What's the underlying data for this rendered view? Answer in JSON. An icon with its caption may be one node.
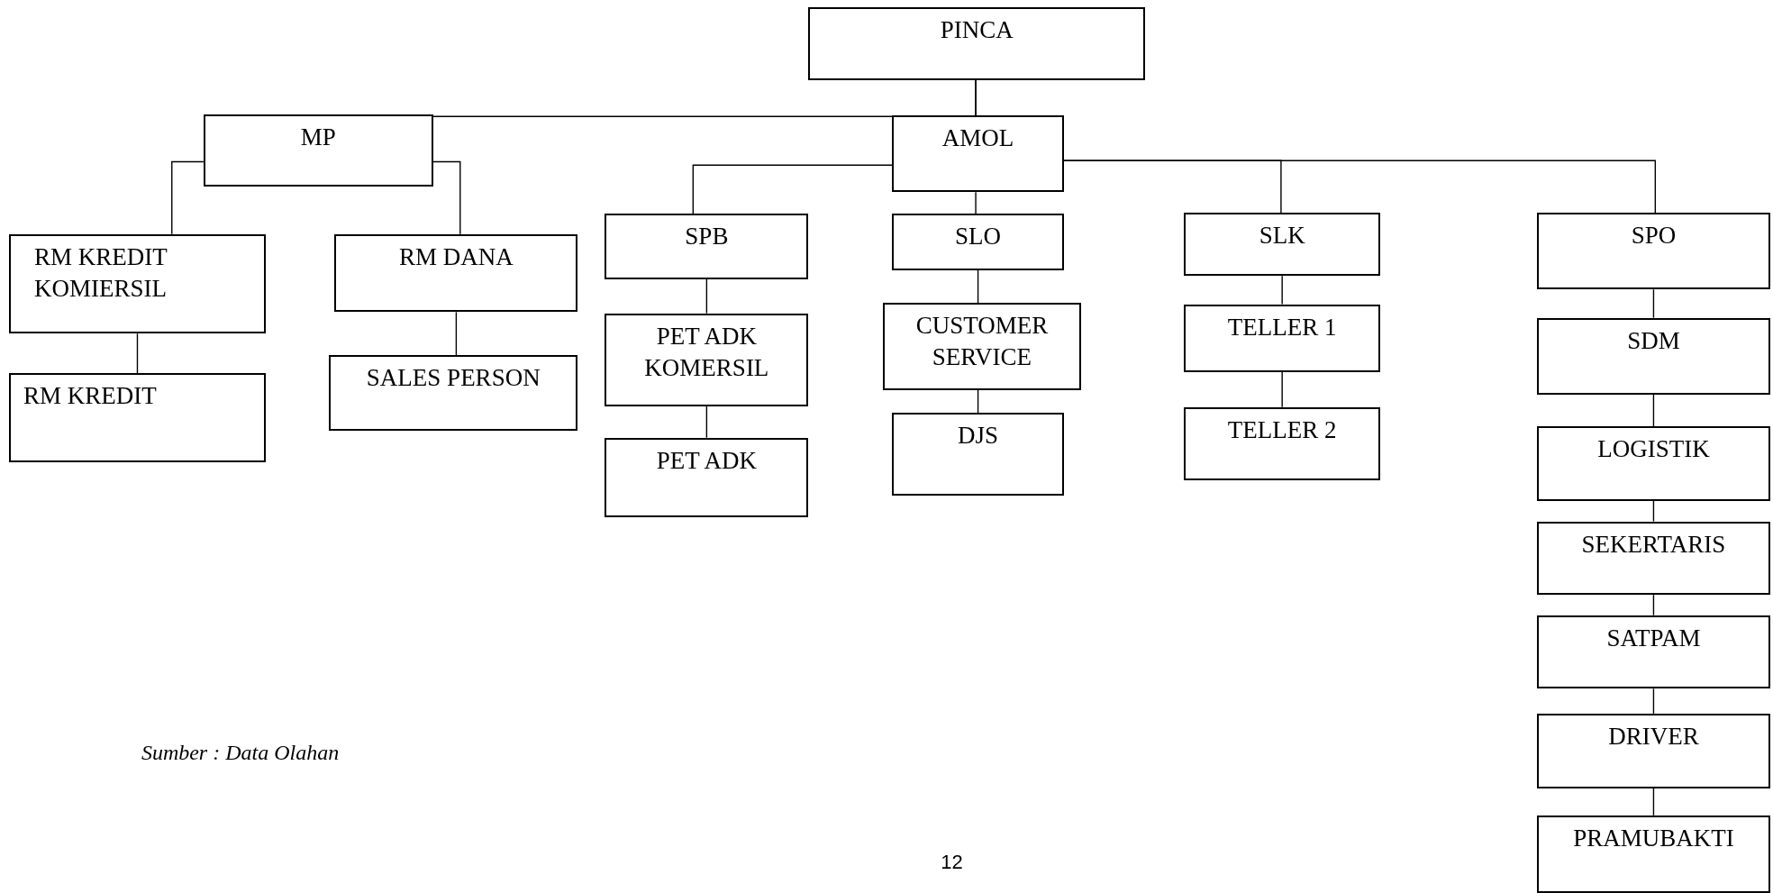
{
  "diagram": {
    "nodes": [
      {
        "text": [
          "PINCA"
        ]
      },
      {
        "text": [
          "MP"
        ]
      },
      {
        "text": [
          "AMOL"
        ]
      },
      {
        "text": [
          "RM KREDIT KOMIERSIL"
        ]
      },
      {
        "text": [
          "RM DANA"
        ]
      },
      {
        "text": [
          "RM KREDIT"
        ]
      },
      {
        "text": [
          "SALES PERSON"
        ]
      },
      {
        "text": [
          "SPB"
        ]
      },
      {
        "text": [
          "PET ADK KOMERSIL"
        ]
      },
      {
        "text": [
          "PET ADK"
        ]
      },
      {
        "text": [
          "SLO"
        ]
      },
      {
        "text": [
          "CUSTOMER SERVICE"
        ]
      },
      {
        "text": [
          "DJS"
        ]
      },
      {
        "text": [
          "SLK"
        ]
      },
      {
        "text": [
          "TELLER 1"
        ]
      },
      {
        "text": [
          "TELLER 2"
        ]
      },
      {
        "text": [
          "SPO"
        ]
      },
      {
        "text": [
          "SDM"
        ]
      },
      {
        "text": [
          "LOGISTIK"
        ]
      },
      {
        "text": [
          "SEKERTARIS"
        ]
      },
      {
        "text": [
          "SATPAM"
        ]
      },
      {
        "text": [
          "DRIVER"
        ]
      },
      {
        "text": [
          "PRAMUBAKTI"
        ]
      }
    ],
    "edges": [
      {
        "from": 0,
        "to": 1,
        "arrow": "none"
      },
      {
        "from": 0,
        "to": 2,
        "arrow": "none"
      },
      {
        "from": 1,
        "to": 3,
        "arrow": "none"
      },
      {
        "from": 1,
        "to": 4,
        "arrow": "none"
      },
      {
        "from": 2,
        "to": 7,
        "arrow": "none"
      },
      {
        "from": 2,
        "to": 10,
        "arrow": "none"
      },
      {
        "from": 2,
        "to": 13,
        "arrow": "none"
      },
      {
        "from": 2,
        "to": 16,
        "arrow": "none"
      },
      {
        "from": 3,
        "to": 5,
        "arrow": "none"
      },
      {
        "from": 4,
        "to": 6,
        "arrow": "none"
      },
      {
        "from": 7,
        "to": 8,
        "arrow": "none"
      },
      {
        "from": 8,
        "to": 9,
        "arrow": "none"
      },
      {
        "from": 10,
        "to": 11,
        "arrow": "none"
      },
      {
        "from": 11,
        "to": 12,
        "arrow": "none"
      },
      {
        "from": 13,
        "to": 14,
        "arrow": "none"
      },
      {
        "from": 14,
        "to": 15,
        "arrow": "none"
      },
      {
        "from": 16,
        "to": 17,
        "arrow": "none"
      },
      {
        "from": 17,
        "to": 18,
        "arrow": "none"
      },
      {
        "from": 18,
        "to": 19,
        "arrow": "none"
      },
      {
        "from": 19,
        "to": 20,
        "arrow": "none"
      },
      {
        "from": 20,
        "to": 21,
        "arrow": "none"
      },
      {
        "from": 21,
        "to": 22,
        "arrow": "none"
      }
    ],
    "labels": [
      "Sumber : Data Olahan",
      "12"
    ]
  }
}
